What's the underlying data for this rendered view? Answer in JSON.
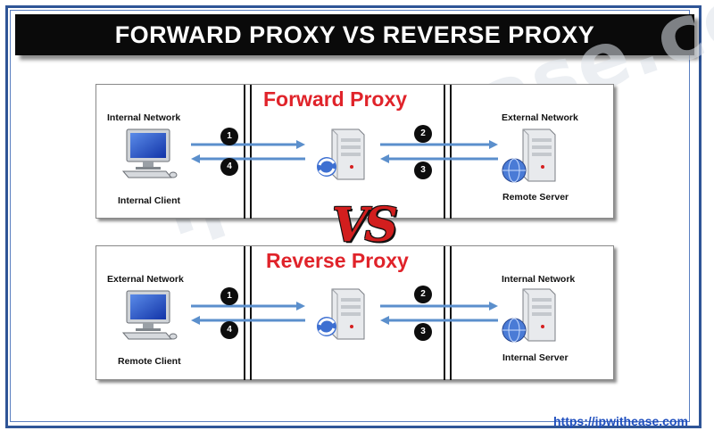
{
  "title": "FORWARD PROXY VS REVERSE PROXY",
  "vs_label": "VS",
  "watermark": "ipwithease.com",
  "footer_url": "https://ipwithease.com",
  "colors": {
    "title_bg": "#0a0a0a",
    "panel_title": "#e0232a",
    "vs": "#d21e1e",
    "arrow": "#5b8fcc",
    "url": "#1f4fbf",
    "frame": "#2f5597"
  },
  "panels": [
    {
      "title": "Forward Proxy",
      "left_network": "Internal Network",
      "left_device": "Internal Client",
      "right_network": "External Network",
      "right_device": "Remote Server",
      "steps": [
        "1",
        "2",
        "3",
        "4"
      ]
    },
    {
      "title": "Reverse Proxy",
      "left_network": "External Network",
      "left_device": "Remote Client",
      "right_network": "Internal Network",
      "right_device": "Internal Server",
      "steps": [
        "1",
        "2",
        "3",
        "4"
      ]
    }
  ],
  "icons": [
    "desktop-computer-icon",
    "proxy-server-icon",
    "globe-server-icon"
  ]
}
